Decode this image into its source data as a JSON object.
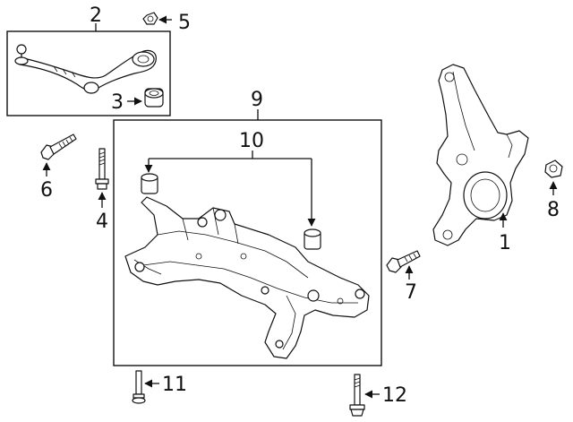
{
  "callouts": [
    "1",
    "2",
    "3",
    "4",
    "5",
    "6",
    "7",
    "8",
    "9",
    "10",
    "11",
    "12"
  ],
  "parts": {
    "knuckle": "steering-knuckle",
    "control_arm": "lower-control-arm",
    "bushing": "control-arm-bushing",
    "subframe": "front-subframe",
    "subframe_bushings": "subframe-bushings"
  }
}
